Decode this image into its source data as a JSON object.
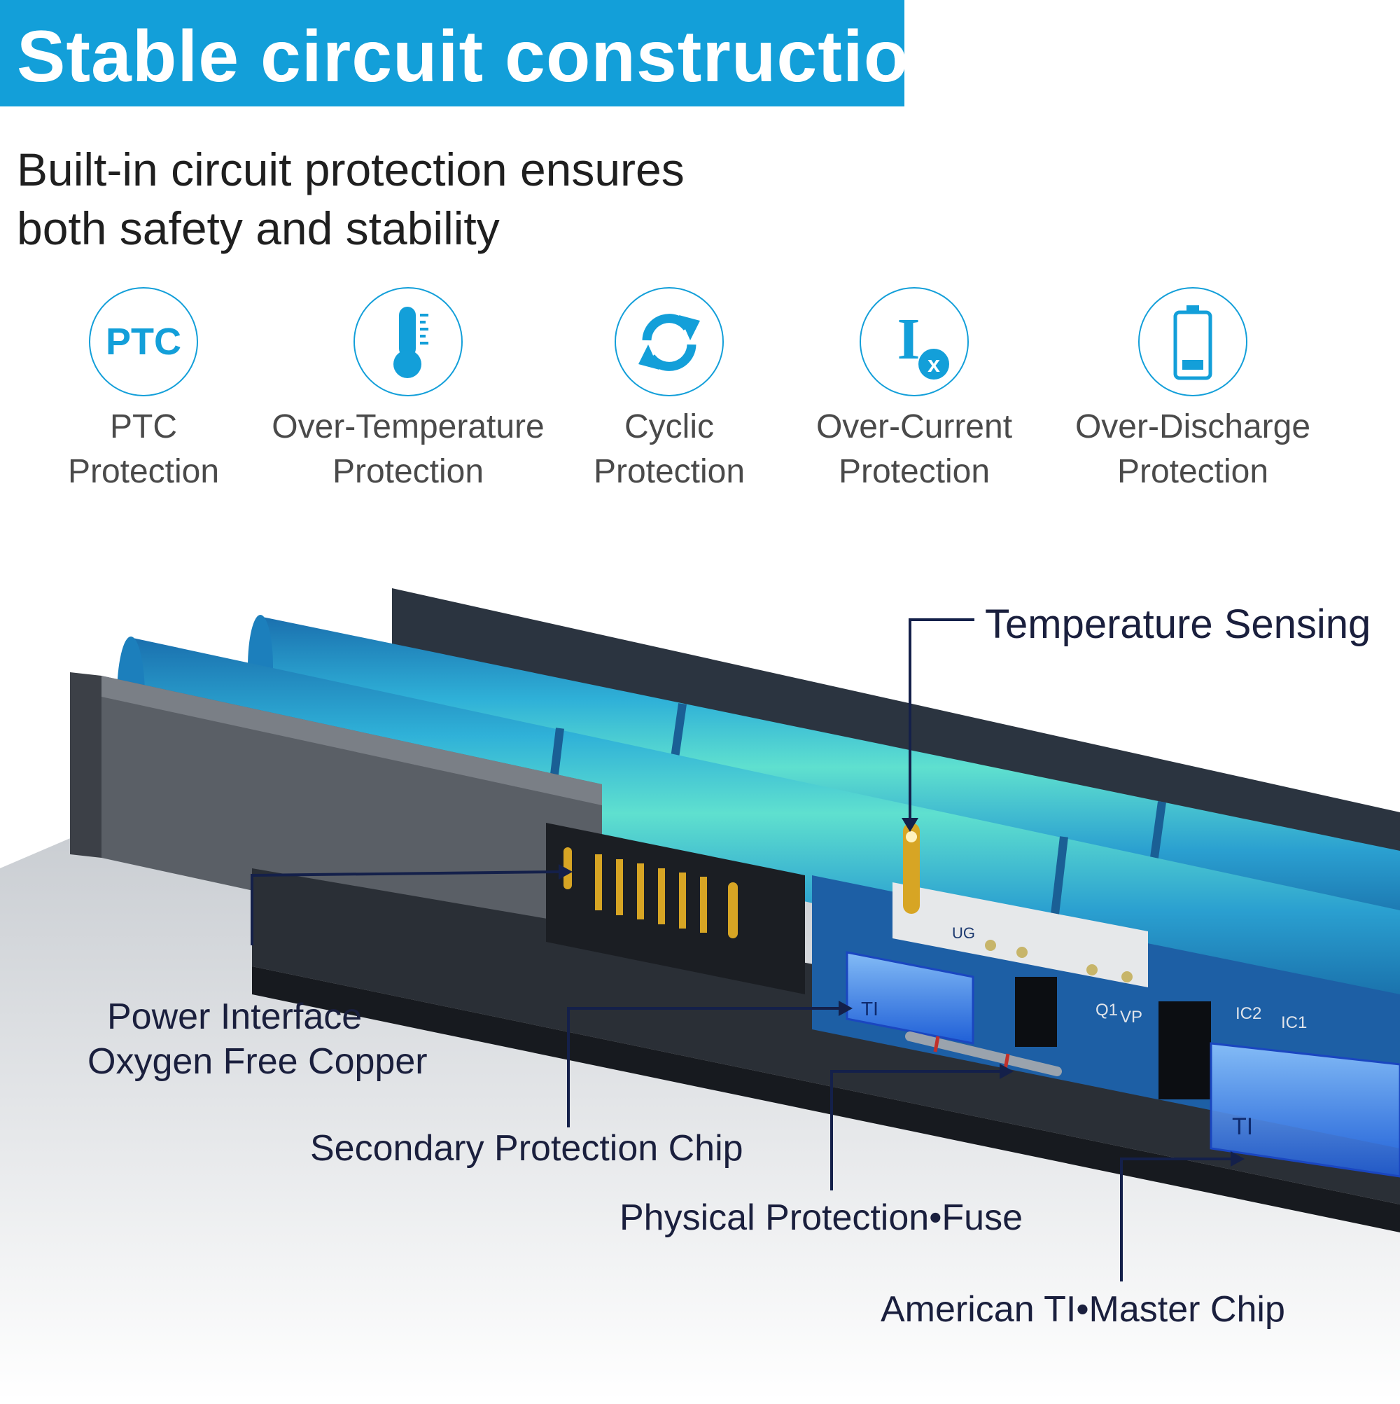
{
  "header": {
    "title": "Stable circuit construction",
    "subtitle_line1": "Built-in circuit protection ensures",
    "subtitle_line2": "both safety and stability"
  },
  "features": [
    {
      "icon": "ptc-icon",
      "icon_text": "PTC",
      "line1": "PTC",
      "line2": "Protection"
    },
    {
      "icon": "thermometer-icon",
      "line1": "Over-Temperature",
      "line2": "Protection"
    },
    {
      "icon": "cycle-arrows-icon",
      "line1": "Cyclic",
      "line2": "Protection"
    },
    {
      "icon": "current-x-icon",
      "icon_text": "I",
      "icon_badge": "x",
      "line1": "Over-Current",
      "line2": "Protection"
    },
    {
      "icon": "low-battery-icon",
      "line1": "Over-Discharge",
      "line2": "Protection"
    }
  ],
  "callouts": {
    "temperature_sensing": "Temperature Sensing",
    "power_interface_line1": "Power Interface",
    "power_interface_line2": "Oxygen Free Copper",
    "secondary_chip": "Secondary Protection Chip",
    "fuse": "Physical Protection•Fuse",
    "master_chip": "American TI•Master Chip"
  },
  "board_labels": {
    "ti_left": "TI",
    "ti_right": "TI",
    "q1": "Q1",
    "vp": "VP",
    "ic2": "IC2",
    "ic1": "IC1",
    "ug": "UG"
  },
  "colors": {
    "accent": "#139fd9",
    "cell_blue": "#1f8fc8",
    "cell_light": "#52d2c8",
    "frame_dark": "#2b3440",
    "callout_line": "#14204a"
  }
}
